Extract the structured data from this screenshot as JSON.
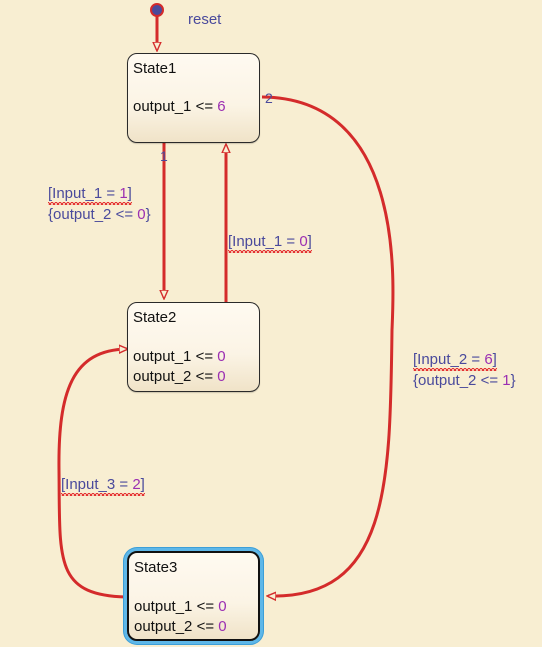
{
  "diagram": {
    "default_transition_label": "reset",
    "states": [
      {
        "name": "State1",
        "actions": [
          {
            "var": "output_1",
            "op": "<=",
            "value": "6"
          }
        ]
      },
      {
        "name": "State2",
        "actions": [
          {
            "var": "output_1",
            "op": "<=",
            "value": "0"
          },
          {
            "var": "output_2",
            "op": "<=",
            "value": "0"
          }
        ]
      },
      {
        "name": "State3",
        "actions": [
          {
            "var": "output_1",
            "op": "<=",
            "value": "0"
          },
          {
            "var": "output_2",
            "op": "<=",
            "value": "0"
          }
        ],
        "active": true
      }
    ],
    "transitions": [
      {
        "from": "State1",
        "to": "State2",
        "execution_order": "1",
        "condition": "[Input_1 = 1]",
        "action": "{output_2 <= 0}"
      },
      {
        "from": "State2",
        "to": "State1",
        "condition": "[Input_1 = 0]"
      },
      {
        "from": "State1",
        "to": "State3",
        "execution_order": "2",
        "condition": "[Input_2 = 6]",
        "action": "{output_2 <= 1}"
      },
      {
        "from": "State3",
        "to": "State2",
        "condition": "[Input_3 = 2]"
      }
    ]
  },
  "colors": {
    "background": "#f8eed2",
    "transition": "#d42b2b",
    "label_text": "#4a4a9c",
    "value_text": "#9b2fb2",
    "active_highlight": "#5eb7e8",
    "default_dot": "#4a4a9c"
  },
  "labels": {
    "t12_condition_prefix": "[Input_1 = ",
    "t12_condition_value": "1",
    "t12_condition_suffix": "]",
    "t12_action_prefix": "{output_2 <= ",
    "t12_action_value": "0",
    "t12_action_suffix": "}",
    "t21_condition_prefix": "[Input_1 = ",
    "t21_condition_value": "0",
    "t21_condition_suffix": "]",
    "t13_condition_prefix": "[Input_2 = ",
    "t13_condition_value": "6",
    "t13_condition_suffix": "]",
    "t13_action_prefix": "{output_2 <= ",
    "t13_action_value": "1",
    "t13_action_suffix": "}",
    "t32_condition_prefix": "[Input_3 = ",
    "t32_condition_value": "2",
    "t32_condition_suffix": "]"
  }
}
